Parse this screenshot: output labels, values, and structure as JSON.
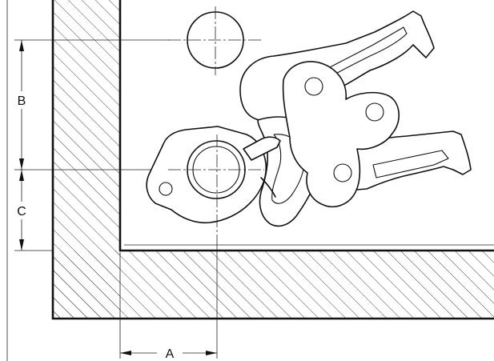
{
  "dimensions": {
    "a": "A",
    "b": "B",
    "c": "C"
  }
}
